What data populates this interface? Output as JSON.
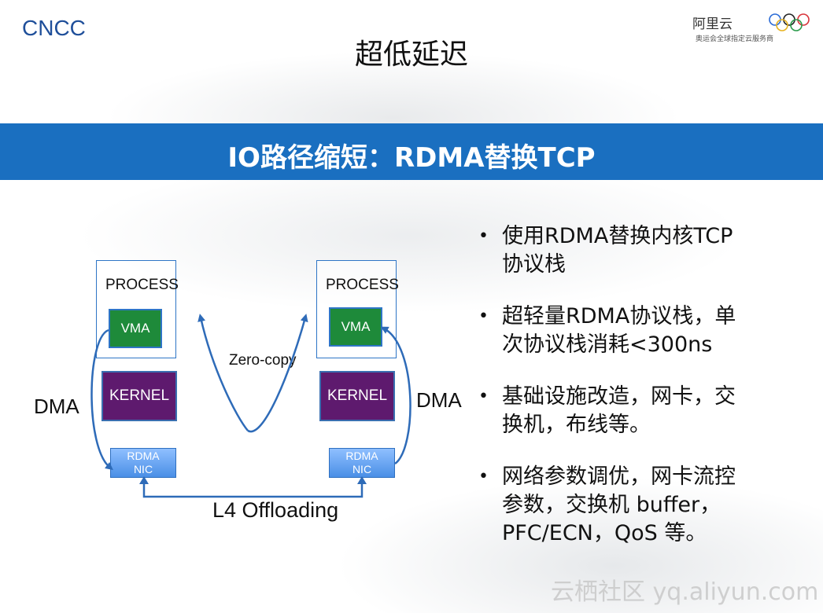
{
  "header": {
    "left_logo": "CNCC",
    "right_logo_brand": "阿里云",
    "right_logo_tagline": "奥运会全球指定云服务商"
  },
  "slide": {
    "title": "超低延迟",
    "banner": "IO路径缩短：RDMA替换TCP"
  },
  "diagram": {
    "left": {
      "process": "PROCESS",
      "vma": "VMA",
      "kernel": "KERNEL",
      "nic_line1": "RDMA",
      "nic_line2": "NIC",
      "dma": "DMA"
    },
    "right": {
      "process": "PROCESS",
      "vma": "VMA",
      "kernel": "KERNEL",
      "nic_line1": "RDMA",
      "nic_line2": "NIC",
      "dma": "DMA"
    },
    "zero_copy": "Zero-copy",
    "offloading": "L4 Offloading",
    "arrow_color": "#2e6bb8"
  },
  "bullets": [
    {
      "line1": "使用RDMA替换内核TCP",
      "line2": "协议栈"
    },
    {
      "line1": "超轻量RDMA协议栈，单",
      "line2": "次协议栈消耗<300ns"
    },
    {
      "line1": "基础设施改造，网卡，交",
      "line2": "换机，布线等。"
    },
    {
      "line1": "网络参数调优，网卡流控",
      "line2": "参数，交换机 buffer，",
      "line3": "PFC/ECN，QoS 等。"
    }
  ],
  "watermark": "云栖社区 yq.aliyun.com",
  "colors": {
    "banner": "#1a6fc0",
    "vma": "#1e8a3a",
    "kernel": "#5e1a6e",
    "nic": "#4a8fe6"
  }
}
